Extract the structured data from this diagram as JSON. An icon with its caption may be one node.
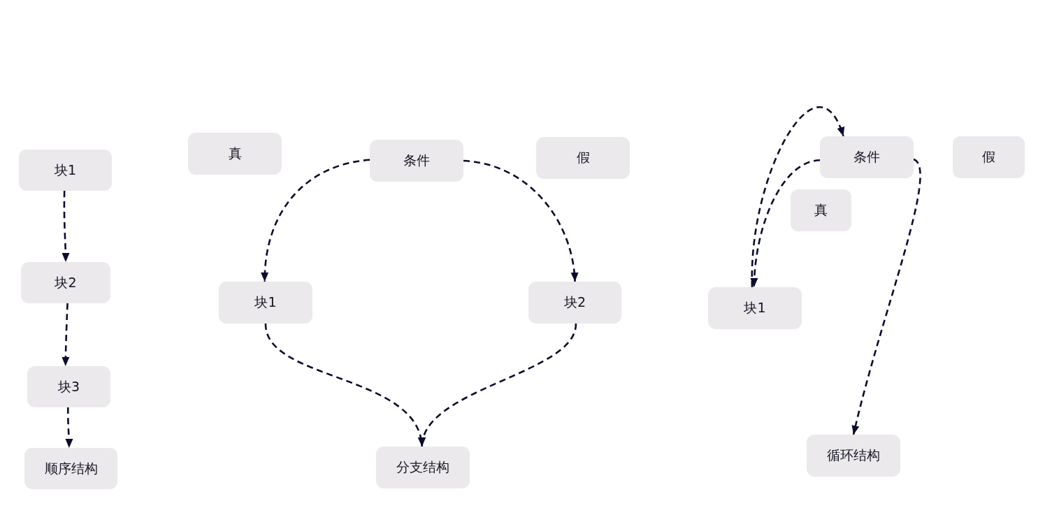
{
  "diagram": {
    "nodes": [
      {
        "text": [
          "块1"
        ]
      },
      {
        "text": [
          "块2"
        ]
      },
      {
        "text": [
          "块3"
        ]
      },
      {
        "text": [
          "顺序结构"
        ]
      },
      {
        "text": [
          "真"
        ]
      },
      {
        "text": [
          "条件"
        ]
      },
      {
        "text": [
          "假"
        ]
      },
      {
        "text": [
          "块1"
        ]
      },
      {
        "text": [
          "块2"
        ]
      },
      {
        "text": [
          "分支结构"
        ]
      },
      {
        "text": [
          "条件"
        ]
      },
      {
        "text": [
          "假"
        ]
      },
      {
        "text": [
          "真"
        ]
      },
      {
        "text": [
          "块1"
        ]
      },
      {
        "text": [
          "循环结构"
        ]
      }
    ],
    "edges": [
      {
        "from": 0,
        "to": 1,
        "arrow": "to",
        "style": "dashed"
      },
      {
        "from": 1,
        "to": 2,
        "arrow": "to",
        "style": "dashed"
      },
      {
        "from": 2,
        "to": 3,
        "arrow": "to",
        "style": "dashed"
      },
      {
        "from": 5,
        "to": 7,
        "arrow": "to",
        "style": "dashed"
      },
      {
        "from": 5,
        "to": 8,
        "arrow": "to",
        "style": "dashed"
      },
      {
        "from": 7,
        "to": 9,
        "arrow": "to",
        "style": "dashed"
      },
      {
        "from": 8,
        "to": 9,
        "arrow": "to",
        "style": "dashed"
      },
      {
        "from": 10,
        "to": 13,
        "arrow": "to",
        "style": "dashed"
      },
      {
        "from": 13,
        "to": 10,
        "arrow": "to",
        "style": "dashed"
      },
      {
        "from": 10,
        "to": 14,
        "arrow": "to",
        "style": "dashed"
      }
    ]
  }
}
